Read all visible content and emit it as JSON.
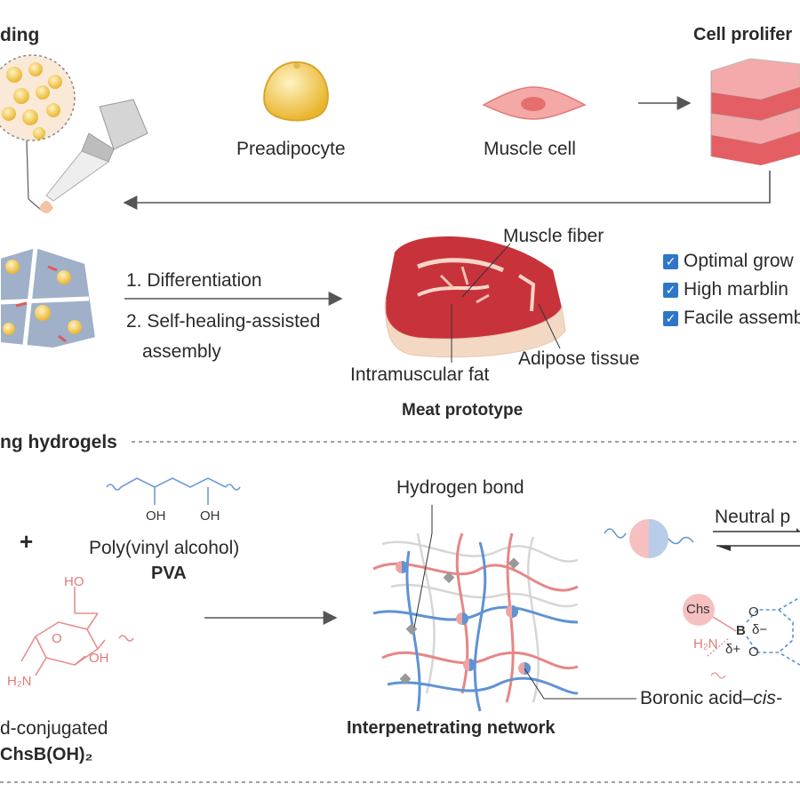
{
  "top": {
    "section_title_left": "ding",
    "section_title_right": "Cell prolifer",
    "preadipocyte_label": "Preadipocyte",
    "muscle_cell_label": "Muscle cell",
    "step1": "1. Differentiation",
    "step2_line1": "2. Self-healing-assisted",
    "step2_line2": "assembly",
    "muscle_fiber_label": "Muscle fiber",
    "intramuscular_fat_label": "Intramuscular fat",
    "adipose_tissue_label": "Adipose tissue",
    "meat_prototype_label": "Meat prototype",
    "checklist": [
      "Optimal grow",
      "High marblin",
      "Facile assemb"
    ]
  },
  "bottom": {
    "section_title": "ng hydrogels",
    "plus": "+",
    "oh1": "OH",
    "oh2": "OH",
    "pva_name": "Poly(vinyl alcohol)",
    "pva_abbr": "PVA",
    "chs_ho": "HO",
    "chs_o": "O",
    "chs_oh": "OH",
    "chs_h2n": "H₂N",
    "chs_name_partial": "d-conjugated",
    "chs_abbr_partial": "ChsB(OH)₂",
    "hydrogen_bond_label": "Hydrogen bond",
    "network_label": "Interpenetrating network",
    "neutral_label": "Neutral p",
    "boronic_label_prefix": "Boronic acid–",
    "boronic_label_italic": "cis-",
    "chs_circle": "Chs",
    "b_atom": "B",
    "o_top": "O",
    "o_bottom": "O",
    "delta_minus": "δ−",
    "delta_plus": "δ+",
    "h2n_right": "H₂N"
  },
  "colors": {
    "arrow": "#555555",
    "muscle_pink": "#f08a8a",
    "fat_yellow": "#f4c84a",
    "blue_chain": "#5b8fd0",
    "red_chain": "#e07a7a",
    "grey_chain": "#cfcfcf",
    "check_blue": "#2f76c9",
    "meat_red": "#c8323a"
  }
}
